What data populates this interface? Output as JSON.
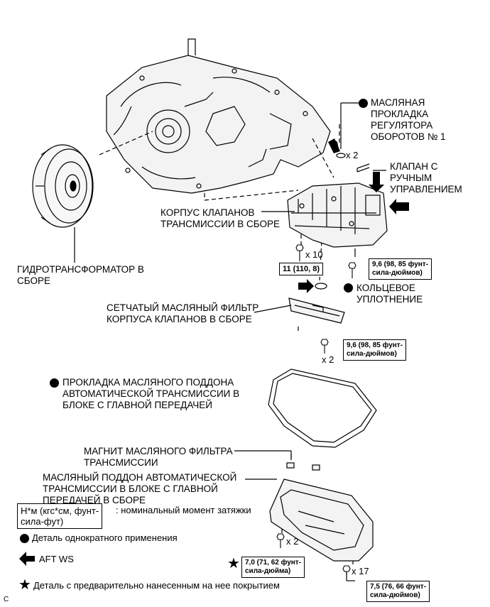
{
  "labels": {
    "oil_gasket": [
      "МАСЛЯНАЯ",
      "ПРОКЛАДКА",
      "РЕГУЛЯТОРА",
      "ОБОРОТОВ № 1"
    ],
    "manual_valve": [
      "КЛАПАН С",
      "РУЧНЫМ",
      "УПРАВЛЕНИЕМ"
    ],
    "valve_body": [
      "КОРПУС КЛАПАНОВ",
      "ТРАНСМИССИИ В СБОРЕ"
    ],
    "torque_converter": [
      "ГИДРОТРАНСФОРМАТОР В",
      "СБОРЕ"
    ],
    "o_ring": [
      "КОЛЬЦЕВОЕ",
      "УПЛОТНЕНИЕ"
    ],
    "strainer": [
      "СЕТЧАТЫЙ МАСЛЯНЫЙ ФИЛЬТР",
      "КОРПУСА КЛАПАНОВ В СБОРЕ"
    ],
    "pan_gasket": [
      "ПРОКЛАДКА МАСЛЯНОГО ПОДДОНА",
      "АВТОМАТИЧЕСКОЙ ТРАНСМИССИИ В",
      "БЛОКЕ С ГЛАВНОЙ ПЕРЕДАЧЕЙ"
    ],
    "magnet": [
      "МАГНИТ МАСЛЯНОГО ФИЛЬТРА",
      "ТРАНСМИССИИ"
    ],
    "oil_pan": [
      "МАСЛЯНЫЙ ПОДДОН АВТОМАТИЧЕСКОЙ",
      "ТРАНСМИССИИ В БЛОКЕ С ГЛАВНОЙ",
      "ПЕРЕДАЧЕЙ В СБОРЕ"
    ]
  },
  "quantities": {
    "gasket": "x 2",
    "valve_bolts": "x 10",
    "strainer_bolts": "x 2",
    "pan_bolts_a": "x 2",
    "pan_bolts_b": "x 17"
  },
  "torques": {
    "valve_body_main": [
      "11 (110, 8)"
    ],
    "valve_body_small": [
      "9,6 (98, 85 фунт-",
      "сила-дюймов)"
    ],
    "strainer": [
      "9,6 (98, 85 фунт-",
      "сила-дюймов)"
    ],
    "pan_a": [
      "7,0 (71, 62 фунт-",
      "сила-дюйма)"
    ],
    "pan_b": [
      "7,5 (76, 66 фунт-",
      "сила-дюймов)"
    ]
  },
  "legend": {
    "unit_box": [
      "Н*м (кгс*см, фунт-",
      "сила-фут)"
    ],
    "unit_text": ": номинальный момент затяжки",
    "non_reusable": "Деталь однократного применения",
    "aft_ws": "AFT WS",
    "precoated": "Деталь с предварительно нанесенным на нее покрытием"
  },
  "corner_mark": "C"
}
